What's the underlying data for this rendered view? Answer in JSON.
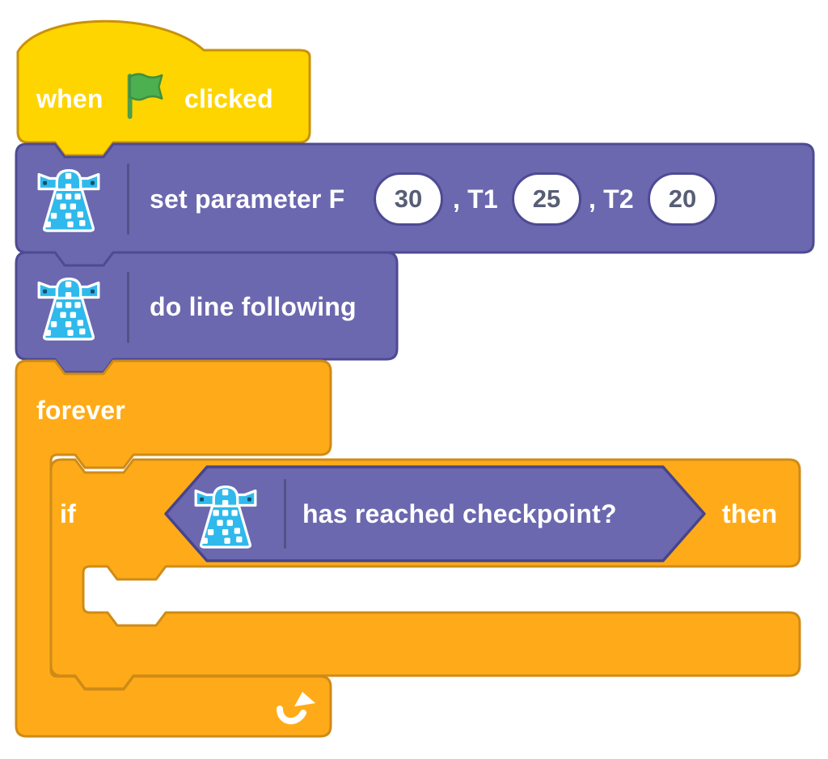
{
  "colors": {
    "events_yellow": "#FFD500",
    "events_border": "#C9920B",
    "control_orange": "#FFAB19",
    "control_border": "#CF8B17",
    "extension_purple": "#6B68AF",
    "extension_border": "#4E4A93",
    "input_text": "#575E75",
    "input_background": "#FFFFFF",
    "flag_green": "#4CAF50",
    "device_icon_blue": "#2FB9EC",
    "label_text": "#FFFFFF"
  },
  "blocks": {
    "hat": {
      "when": "when",
      "clicked": "clicked",
      "icon": "green-flag-icon"
    },
    "set_parameter": {
      "label": "set parameter F",
      "t1_label": ", T1",
      "t2_label": ", T2",
      "inputs": {
        "f": "30",
        "t1": "25",
        "t2": "20"
      },
      "icon": "device-icon"
    },
    "do_line_following": {
      "label": "do line following",
      "icon": "device-icon"
    },
    "forever": {
      "label": "forever",
      "icon": "loop-arrow-icon"
    },
    "if_block": {
      "if_label": "if",
      "then_label": "then"
    },
    "boolean": {
      "label": "has reached checkpoint?",
      "icon": "device-icon"
    }
  }
}
